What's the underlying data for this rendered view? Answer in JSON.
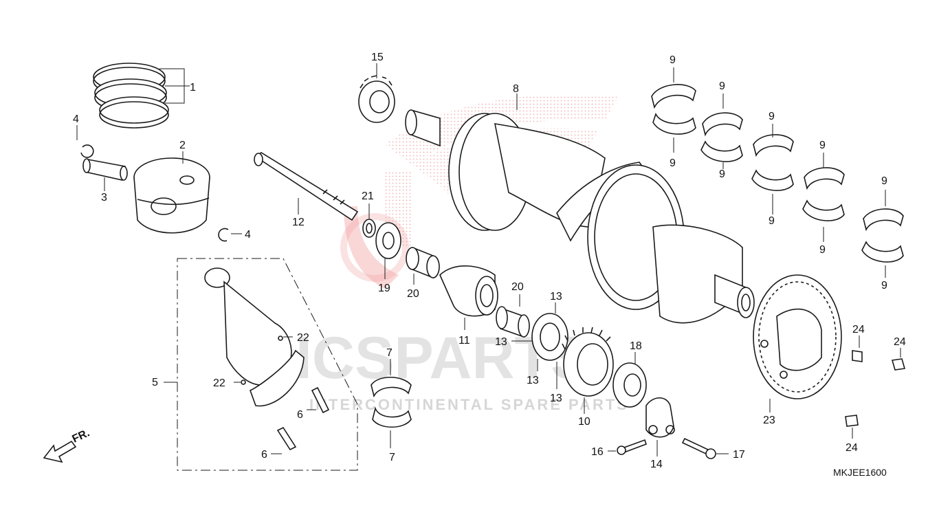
{
  "diagram": {
    "drawing_code": "MKJEE1600",
    "front_marker": "FR.",
    "watermark": {
      "brand": "ICSPARTS",
      "tagline": "INTERCONTINENTAL SPARE PARTS",
      "logo_color": "#e03030",
      "text_color": "#d0d0d0"
    },
    "callouts": [
      {
        "id": "c1",
        "label": "1"
      },
      {
        "id": "c2",
        "label": "2"
      },
      {
        "id": "c3",
        "label": "3"
      },
      {
        "id": "c4a",
        "label": "4"
      },
      {
        "id": "c4b",
        "label": "4"
      },
      {
        "id": "c5",
        "label": "5"
      },
      {
        "id": "c6a",
        "label": "6"
      },
      {
        "id": "c6b",
        "label": "6"
      },
      {
        "id": "c7a",
        "label": "7"
      },
      {
        "id": "c7b",
        "label": "7"
      },
      {
        "id": "c8",
        "label": "8"
      },
      {
        "id": "c9a",
        "label": "9"
      },
      {
        "id": "c9b",
        "label": "9"
      },
      {
        "id": "c9c",
        "label": "9"
      },
      {
        "id": "c9d",
        "label": "9"
      },
      {
        "id": "c9e",
        "label": "9"
      },
      {
        "id": "c9f",
        "label": "9"
      },
      {
        "id": "c9g",
        "label": "9"
      },
      {
        "id": "c9h",
        "label": "9"
      },
      {
        "id": "c9i",
        "label": "9"
      },
      {
        "id": "c9j",
        "label": "9"
      },
      {
        "id": "c10",
        "label": "10"
      },
      {
        "id": "c11",
        "label": "11"
      },
      {
        "id": "c12",
        "label": "12"
      },
      {
        "id": "c13a",
        "label": "13"
      },
      {
        "id": "c13b",
        "label": "13"
      },
      {
        "id": "c13c",
        "label": "13"
      },
      {
        "id": "c13d",
        "label": "13"
      },
      {
        "id": "c14",
        "label": "14"
      },
      {
        "id": "c15",
        "label": "15"
      },
      {
        "id": "c16",
        "label": "16"
      },
      {
        "id": "c17",
        "label": "17"
      },
      {
        "id": "c18",
        "label": "18"
      },
      {
        "id": "c19",
        "label": "19"
      },
      {
        "id": "c20a",
        "label": "20"
      },
      {
        "id": "c20b",
        "label": "20"
      },
      {
        "id": "c21",
        "label": "21"
      },
      {
        "id": "c22a",
        "label": "22"
      },
      {
        "id": "c22b",
        "label": "22"
      },
      {
        "id": "c23",
        "label": "23"
      },
      {
        "id": "c24a",
        "label": "24"
      },
      {
        "id": "c24b",
        "label": "24"
      },
      {
        "id": "c24c",
        "label": "24"
      }
    ]
  }
}
